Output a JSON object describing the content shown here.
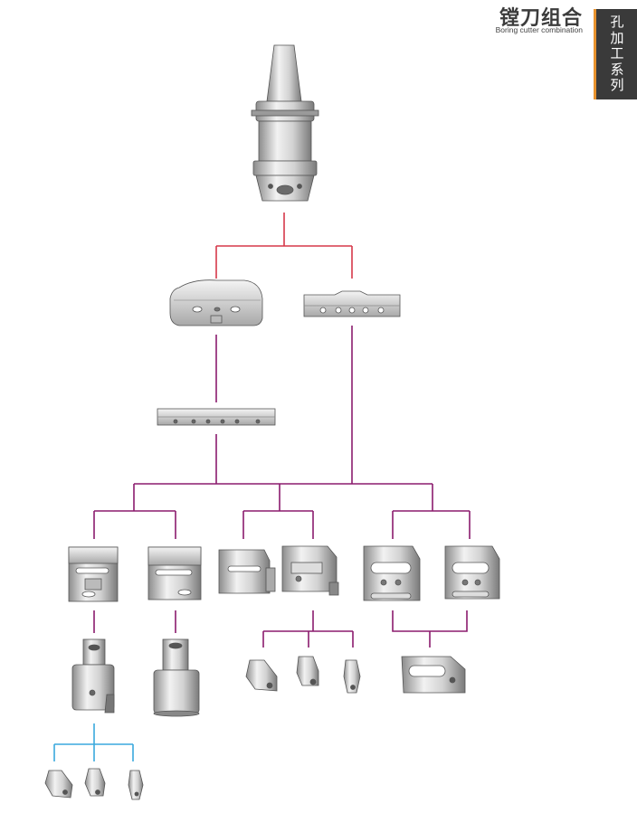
{
  "header": {
    "title_zh": "镗刀组合",
    "title_en": "Boring cutter combination",
    "side_tab": "孔加工系列"
  },
  "colors": {
    "red_line": "#d6394a",
    "purple_line": "#8b1c6e",
    "blue_line": "#3aa9dd",
    "side_tab_bg": "#3a3a3a",
    "side_tab_accent": "#e8922d",
    "metal_light": "#e2e2e2",
    "metal_dark": "#8c8c8c"
  }
}
